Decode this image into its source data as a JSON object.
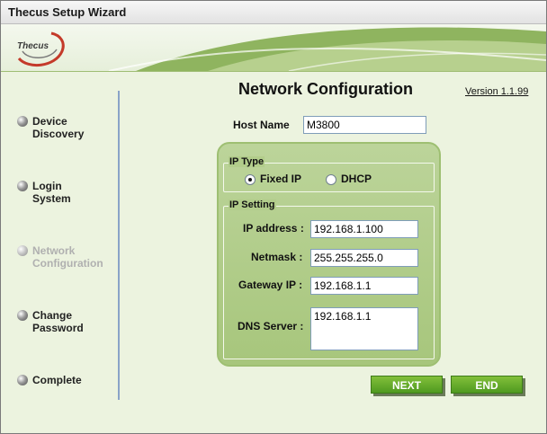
{
  "window": {
    "title": "Thecus Setup Wizard"
  },
  "logo": {
    "text": "Thecus"
  },
  "sidebar": {
    "items": [
      {
        "line1": "Device",
        "line2": "Discovery",
        "state": "normal"
      },
      {
        "line1": "Login",
        "line2": "System",
        "state": "normal"
      },
      {
        "line1": "Network",
        "line2": "Configuration",
        "state": "current"
      },
      {
        "line1": "Change",
        "line2": "Password",
        "state": "normal"
      },
      {
        "line1": "Complete",
        "line2": "",
        "state": "normal"
      }
    ]
  },
  "main": {
    "title": "Network Configuration",
    "version": "Version 1.1.99",
    "host_name_label": "Host Name",
    "host_name_value": "M3800"
  },
  "ip_type": {
    "group_title": "IP Type",
    "fixed_label": "Fixed IP",
    "dhcp_label": "DHCP",
    "selected": "Fixed IP"
  },
  "ip_setting": {
    "group_title": "IP Setting",
    "ip_address_label": "IP address :",
    "ip_address_value": "192.168.1.100",
    "netmask_label": "Netmask :",
    "netmask_value": "255.255.255.0",
    "gateway_label": "Gateway IP :",
    "gateway_value": "192.168.1.1",
    "dns_label": "DNS Server :",
    "dns_value": "192.168.1.1"
  },
  "buttons": {
    "next": "NEXT",
    "end": "END"
  },
  "colors": {
    "accent_green": "#6fae2c",
    "panel_green": "#b2cd8b",
    "background": "#ecf3df"
  }
}
